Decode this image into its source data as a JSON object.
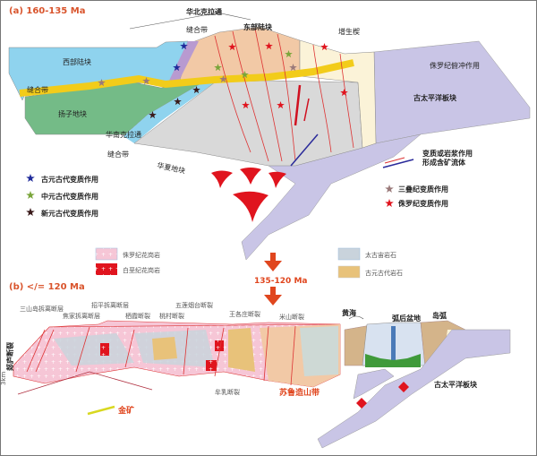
{
  "panel_a": {
    "title": "(a)  160-135 Ma",
    "labels": {
      "north_china_craton": "华北克拉通",
      "suture_top": "缝合带",
      "eastern_block": "东部陆块",
      "accretionary_wedge": "增生楔",
      "western_block": "西部陆块",
      "suture_west": "缝合带",
      "yangtze_block": "扬子地块",
      "south_china_craton": "华南克拉通",
      "suture_bottom": "缝合带",
      "cathaysia_block": "华夏地块",
      "jurassic_thrust": "侏罗纪俯冲作用",
      "paleo_pacific_plate": "古太平洋板块"
    },
    "legend_left": [
      {
        "label": "古元古代变质作用",
        "color": "#1f2a9a"
      },
      {
        "label": "中元古代变质作用",
        "color": "#7aa53a"
      },
      {
        "label": "新元古代变质作用",
        "color": "#3a1a1a"
      }
    ],
    "legend_right": {
      "fluid_line1": "变质或岩浆作用",
      "fluid_line2": "形成含矿流体",
      "items": [
        {
          "label": "三叠纪变质作用",
          "color": "#9a7a7a"
        },
        {
          "label": "侏罗纪变质作用",
          "color": "#e0141e"
        }
      ]
    }
  },
  "rock_legend": [
    {
      "label": "侏罗纪花岗岩",
      "color": "#f6c6d6"
    },
    {
      "label": "白垩纪花岗岩",
      "color": "#e0141e"
    },
    {
      "label": "太古宙岩石",
      "color": "#c9d3dc"
    },
    {
      "label": "古元古代岩石",
      "color": "#e8c27a"
    }
  ],
  "transition": "135-120 Ma",
  "panel_b": {
    "title": "(b)   </= 120 Ma",
    "faults": {
      "sanshandao": "三山岛拆离断层",
      "jiaojia": "焦家拆离断层",
      "zhaoping": "招平拆离断层",
      "qixia": "栖霞断裂",
      "taocun": "桃村断裂",
      "wulian_yantai": "五莲烟台断裂",
      "wanggezhuang": "王各庄断裂",
      "mishan": "米山断裂",
      "muru": "牟乳断裂",
      "tanlu": "郯庐断裂"
    },
    "yellow_sea": "黄海",
    "back_arc_basin": "弧后盆地",
    "island_arc": "岛弧",
    "sulu_orogen": "苏鲁造山带",
    "paleo_pacific_plate": "古太平洋板块",
    "gold_deposit": "金矿",
    "scale": "3km"
  },
  "colors": {
    "accent": "#d9542c",
    "plate": "#c9c5e6",
    "suture": "#f2cc1a"
  }
}
